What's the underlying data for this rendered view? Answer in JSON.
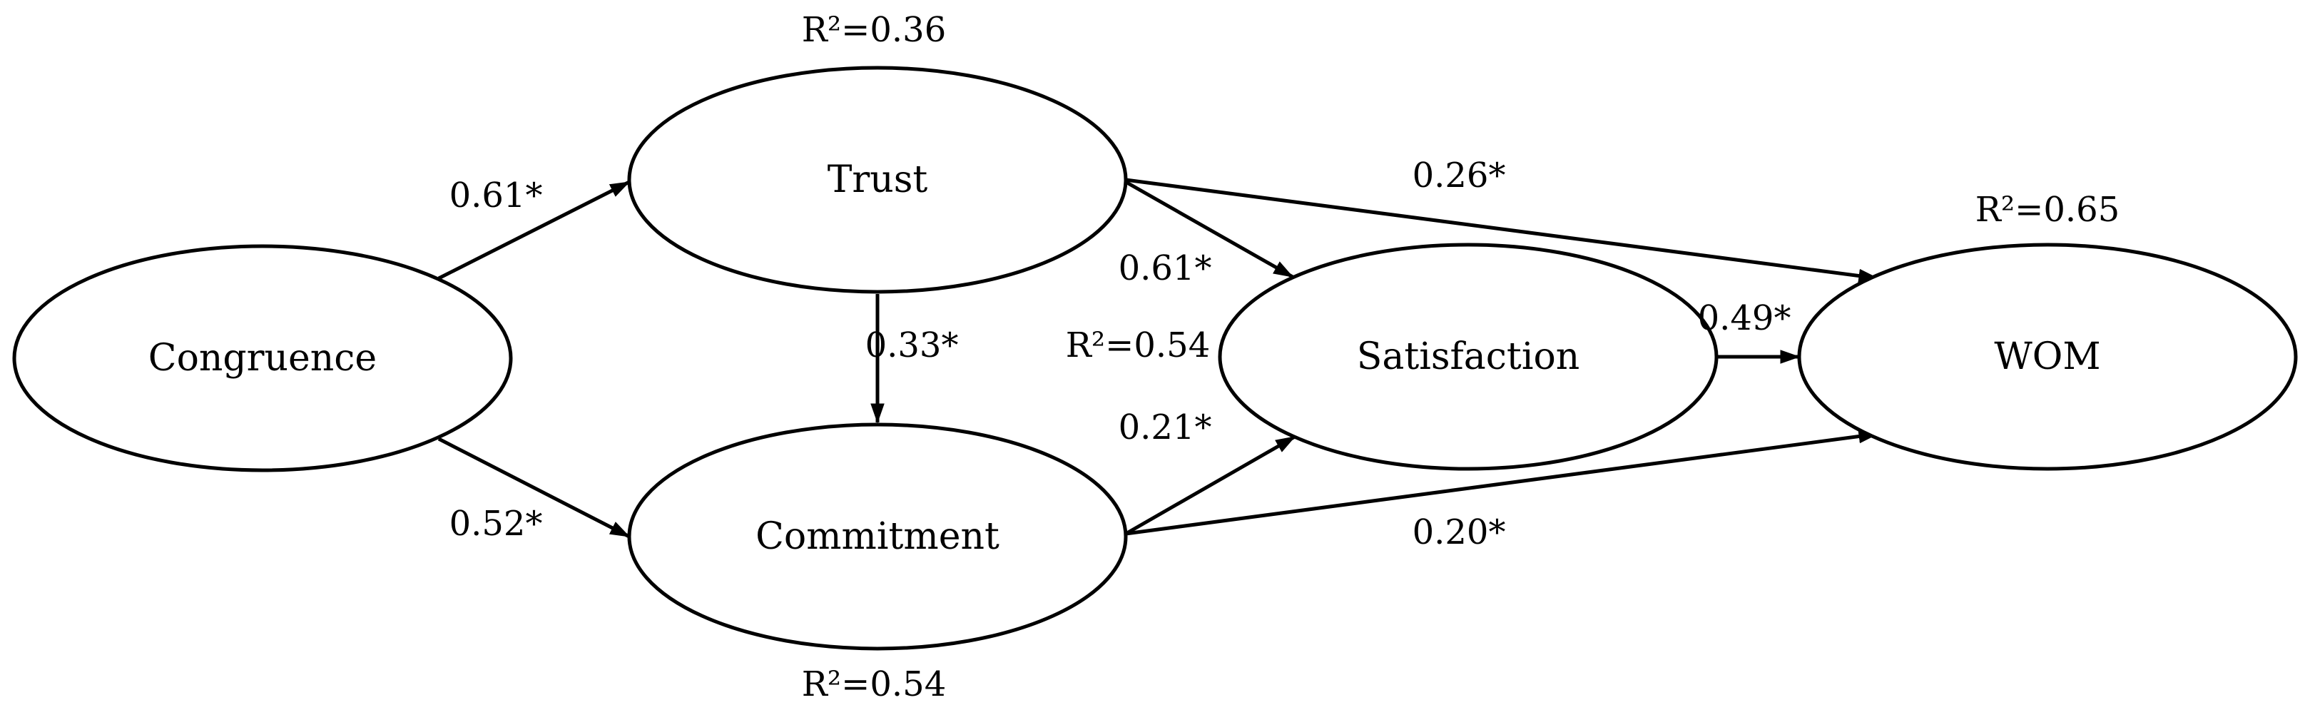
{
  "diagram": {
    "nodes": {
      "congruence": {
        "label": "Congruence"
      },
      "trust": {
        "label": "Trust"
      },
      "commitment": {
        "label": "Commitment"
      },
      "satisfaction": {
        "label": "Satisfaction"
      },
      "wom": {
        "label": "WOM"
      }
    },
    "r_squared": {
      "trust": "R²=0.36",
      "commitment": "R²=0.54",
      "satisfaction": "R²=0.54",
      "wom": "R²=0.65"
    },
    "paths": {
      "congruence_trust": "0.61*",
      "congruence_commitment": "0.52*",
      "trust_commitment": "0.33*",
      "trust_satisfaction": "0.61*",
      "trust_wom": "0.26*",
      "commitment_satisfaction": "0.21*",
      "commitment_wom": "0.20*",
      "satisfaction_wom": "0.49*"
    },
    "colors": {
      "stroke": "#000000",
      "fill": "#ffffff",
      "text": "#000000"
    }
  }
}
